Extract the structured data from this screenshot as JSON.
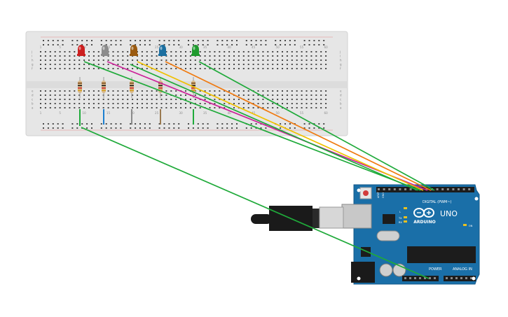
{
  "breadboard": {
    "column_numbers": [
      "1",
      "5",
      "10",
      "15",
      "20",
      "25",
      "30",
      "35",
      "40",
      "45",
      "50",
      "55",
      "60"
    ],
    "row_letters_top": [
      "j",
      "i",
      "h",
      "g",
      "f"
    ],
    "row_letters_bottom": [
      "e",
      "d",
      "c",
      "b",
      "a"
    ]
  },
  "components": {
    "leds": [
      {
        "name": "led-red",
        "color": "#cc1f1f"
      },
      {
        "name": "led-gray",
        "color": "#8c8c8c"
      },
      {
        "name": "led-brown",
        "color": "#9a5a10"
      },
      {
        "name": "led-blue",
        "color": "#1c6fa0"
      },
      {
        "name": "led-green",
        "color": "#1f9a2e"
      }
    ],
    "resistor_count": 5
  },
  "wires": [
    {
      "name": "wire-red-led",
      "color": "#1faa3a"
    },
    {
      "name": "wire-gray-led",
      "color": "#cc2299"
    },
    {
      "name": "wire-brown-led",
      "color": "#f0c000"
    },
    {
      "name": "wire-blue-led",
      "color": "#f07a10"
    },
    {
      "name": "wire-green-led",
      "color": "#1faa3a"
    },
    {
      "name": "wire-ground",
      "color": "#1faa3a"
    }
  ],
  "arduino": {
    "brand": "ARDUINO",
    "model": "UNO",
    "digital_label": "DIGITAL (PWM~)",
    "power_label": "POWER",
    "analog_label": "ANALOG IN",
    "aref_label": "AREF",
    "gnd_label": "GND",
    "tx_label": "TX",
    "rx_label": "RX",
    "l_label": "L",
    "on_label": "ON",
    "board_color": "#1a6fa8"
  }
}
